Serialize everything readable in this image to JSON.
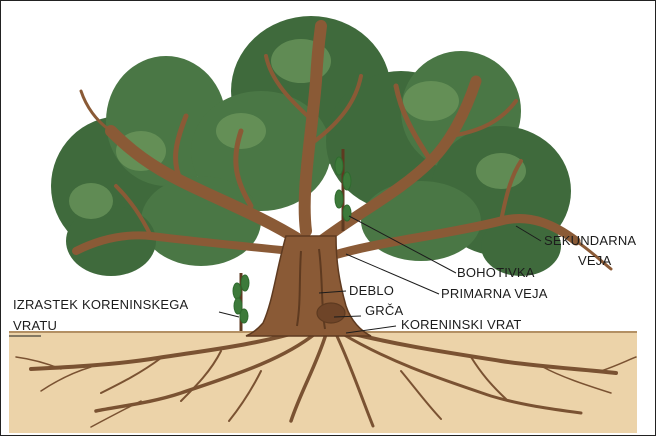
{
  "labels": {
    "sekundarna_veja_1": "SEKUNDARNA",
    "sekundarna_veja_2": "VEJA",
    "bohotivka": "BOHOTIVKA",
    "primarna_veja": "PRIMARNA VEJA",
    "deblo": "DEBLO",
    "grca": "GRČA",
    "koreninski_vrat": "KORENINSKI VRAT",
    "izrastek_1": "IZRASTEK KORENINSKEGA",
    "izrastek_2": "VRATU"
  },
  "colors": {
    "foliage": "#3f6a3c",
    "foliage_light": "#6f9a5e",
    "bark": "#8a5a36",
    "bark_dark": "#5e3a20",
    "soil": "#ecd3a9",
    "roots": "#7a5232",
    "sucker": "#2f6b2f"
  }
}
